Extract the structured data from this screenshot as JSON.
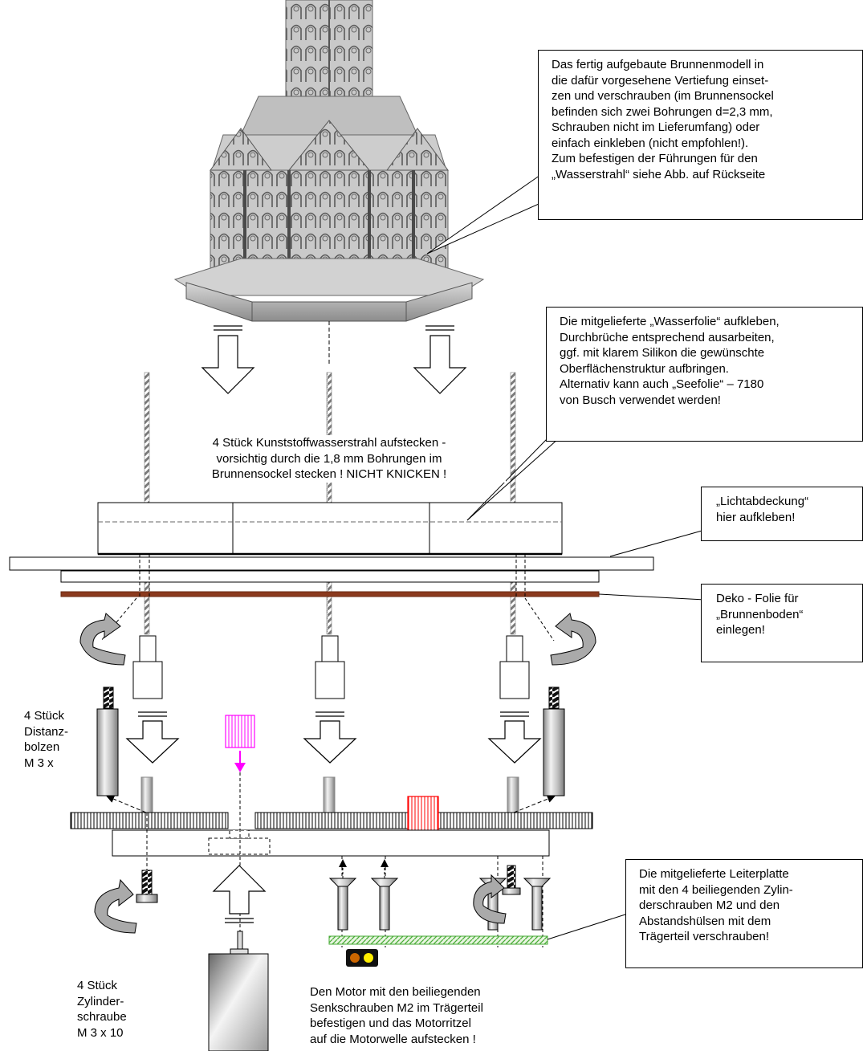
{
  "callouts": {
    "fountain": "Das fertig aufgebaute Brunnenmodell in\ndie dafür vorgesehene Vertiefung einset-\nzen und verschrauben (im Brunnensockel\nbefinden sich zwei Bohrungen d=2,3 mm,\nSchrauben nicht im Lieferumfang) oder\neinfach einkleben (nicht empfohlen!).\nZum befestigen der Führungen für den\n„Wasserstrahl“ siehe Abb. auf Rückseite",
    "water_foil": "Die mitgelieferte „Wasserfolie“ aufkleben,\nDurchbrüche entsprechend ausarbeiten,\nggf. mit klarem Silikon die gewünschte\nOberflächenstruktur aufbringen.\nAlternativ kann auch „Seefolie“ – 7180\nvon Busch verwendet werden!",
    "light_cover": "„Lichtabdeckung“\nhier aufkleben!",
    "deco_foil": "Deko - Folie für\n„Brunnenboden“\neinlegen!",
    "circuit_board": "Die mitgelieferte Leiterplatte\nmit den 4 beiliegenden Zylin-\nderschrauben M2 und den\nAbstandshülsen mit dem\nTrägerteil verschrauben!"
  },
  "labels": {
    "water_jets": "4 Stück Kunststoffwasserstrahl aufstecken -\nvorsichtig durch die 1,8 mm Bohrungen im\nBrunnensockel stecken ! NICHT KNICKEN !",
    "spacers": "4 Stück\nDistanz-\nbolzen\nM 3 x",
    "screws": "4 Stück\nZylinder-\nschraube\nM 3 x 10",
    "motor": "Den Motor mit den beiliegenden\nSenkschrauben M2 im Trägerteil\nbefestigen und das Motorritzel\nauf die Motorwelle aufstecken !"
  },
  "colors": {
    "deco_foil": "#8b3a1e",
    "pinion": "#ff00ff",
    "red_gear": "#ff0000",
    "circuit_board": "#44aa33",
    "led_orange": "#cc6600",
    "led_yellow": "#ffee00"
  }
}
